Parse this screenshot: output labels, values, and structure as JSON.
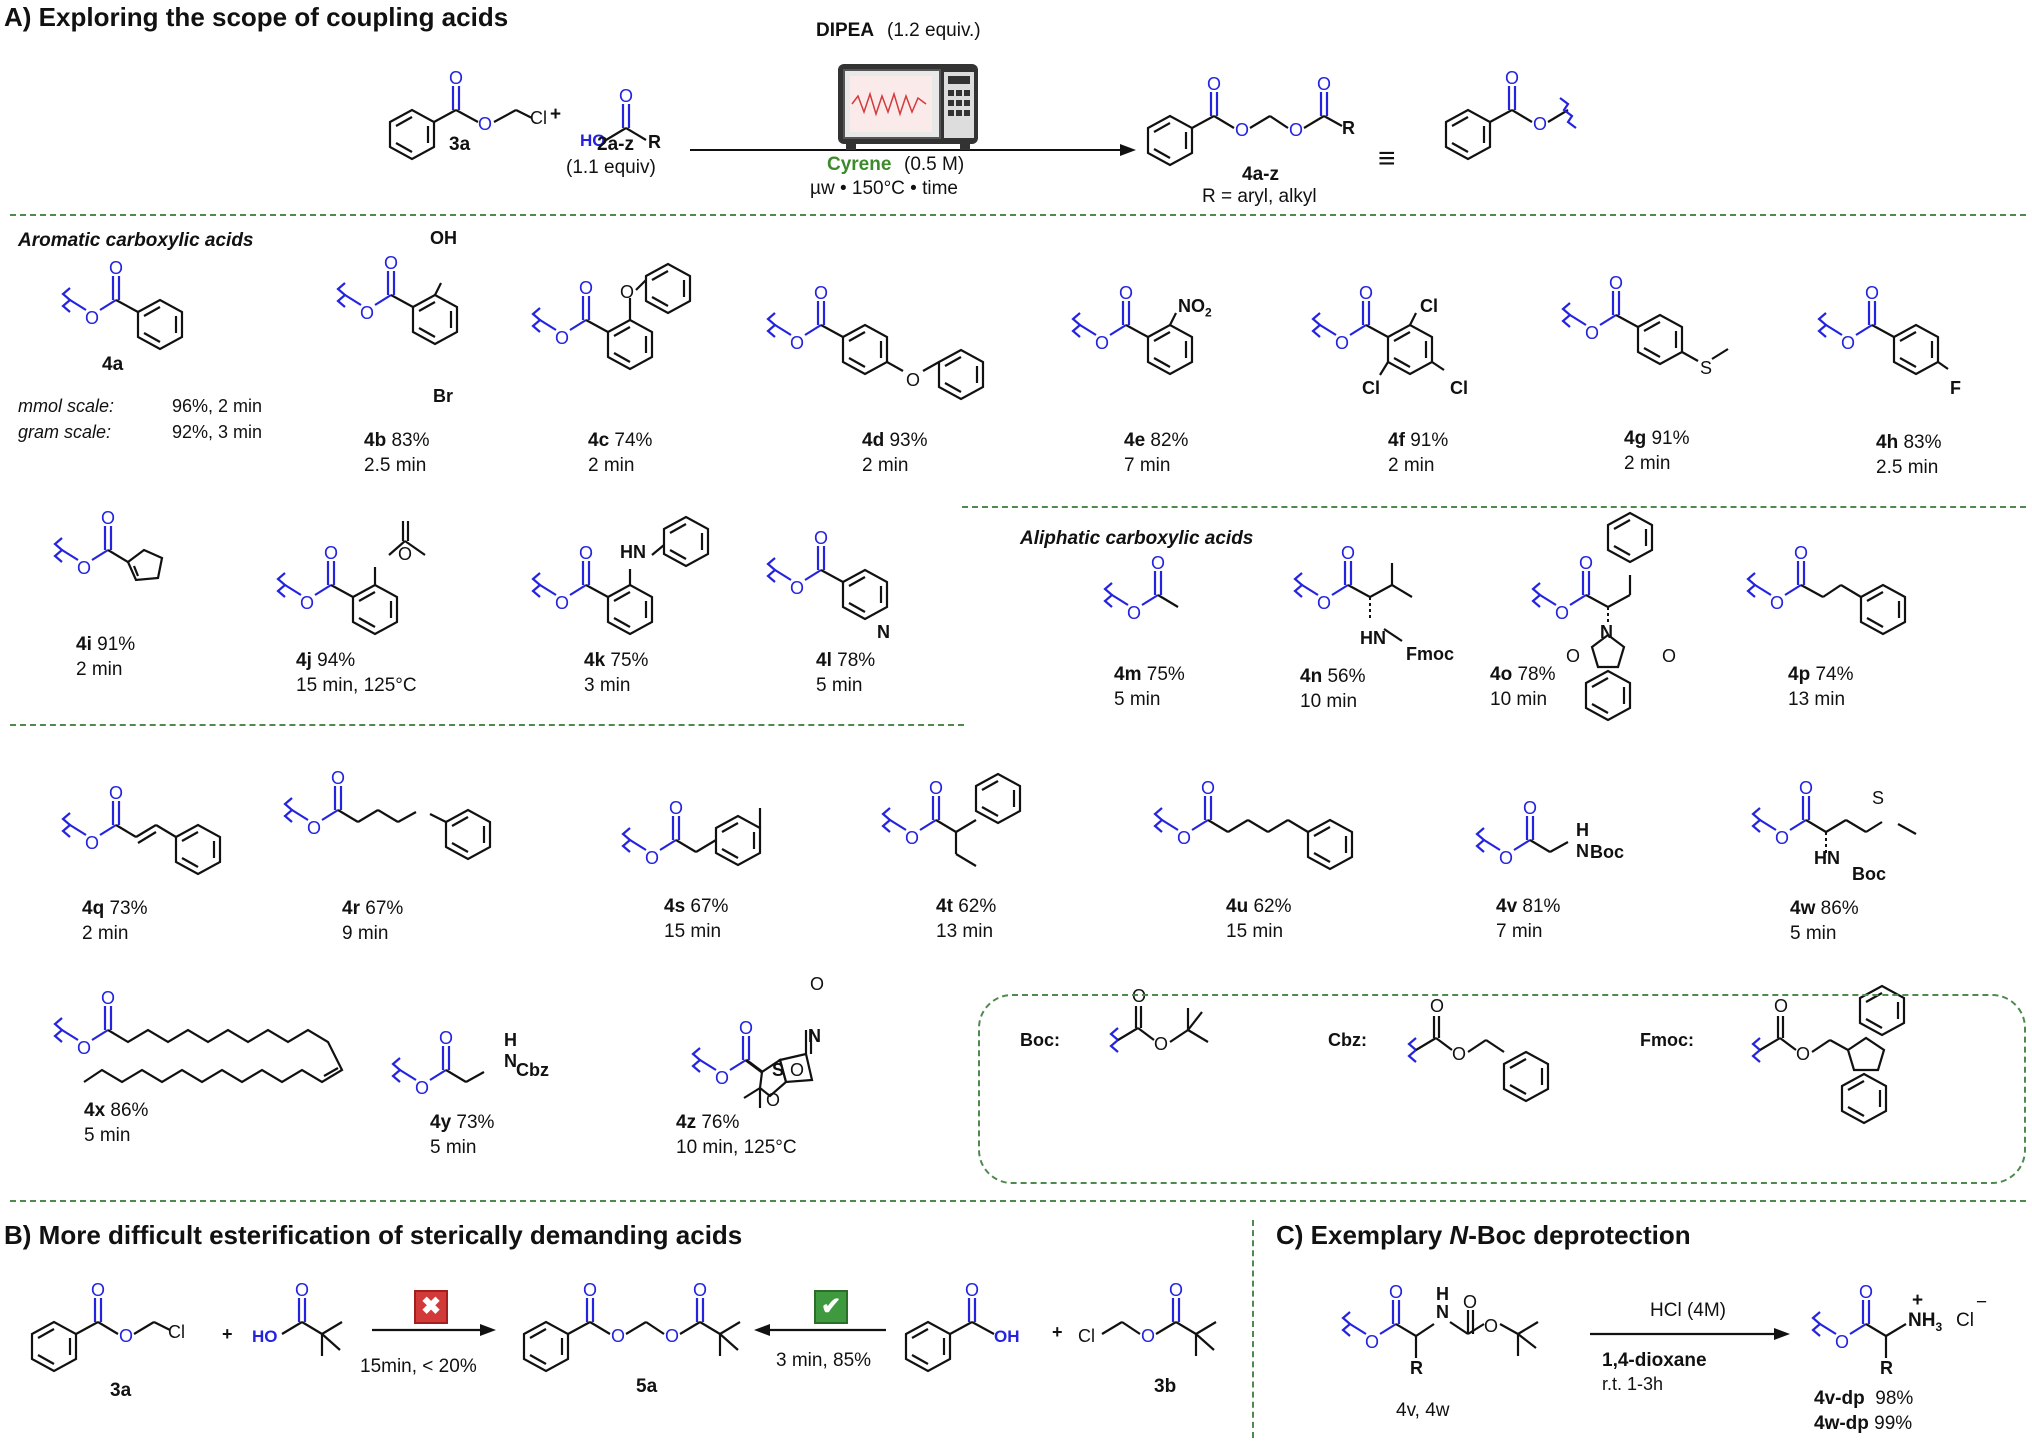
{
  "sectionA": {
    "title": "A) Exploring the scope of coupling acids"
  },
  "scheme": {
    "reagent": "DIPEA",
    "reagent_equiv": "(1.2 equiv.)",
    "solvent": "Cyrene",
    "solvent_conc": "(0.5 M)",
    "conditions": "µw • 150°C • time",
    "sm1": "3a",
    "plus": "+",
    "sm2": "2a-z",
    "sm2_equiv": "(1.1 equiv)",
    "product": "4a-z",
    "r_def": "R = aryl, alkyl",
    "equiv_sign": "≡",
    "cl": "Cl",
    "ho": "HO",
    "r": "R",
    "o": "O"
  },
  "aromatic_title": "Aromatic carboxylic acids",
  "aliphatic_title": "Aliphatic carboxylic acids",
  "compounds": [
    {
      "id": "4a",
      "yield": "",
      "time": ""
    },
    {
      "id": "4b",
      "yield": "83%",
      "time": "2.5 min"
    },
    {
      "id": "4c",
      "yield": "74%",
      "time": "2 min"
    },
    {
      "id": "4d",
      "yield": "93%",
      "time": "2 min"
    },
    {
      "id": "4e",
      "yield": "82%",
      "time": "7 min"
    },
    {
      "id": "4f",
      "yield": "91%",
      "time": "2 min"
    },
    {
      "id": "4g",
      "yield": "91%",
      "time": "2 min"
    },
    {
      "id": "4h",
      "yield": "83%",
      "time": "2.5 min"
    },
    {
      "id": "4i",
      "yield": "91%",
      "time": "2 min"
    },
    {
      "id": "4j",
      "yield": "94%",
      "time": "15 min, 125°C"
    },
    {
      "id": "4k",
      "yield": "75%",
      "time": "3 min"
    },
    {
      "id": "4l",
      "yield": "78%",
      "time": "5 min"
    },
    {
      "id": "4m",
      "yield": "75%",
      "time": "5 min"
    },
    {
      "id": "4n",
      "yield": "56%",
      "time": "10 min"
    },
    {
      "id": "4o",
      "yield": "78%",
      "time": "10 min"
    },
    {
      "id": "4p",
      "yield": "74%",
      "time": "13 min"
    },
    {
      "id": "4q",
      "yield": "73%",
      "time": "2 min"
    },
    {
      "id": "4r",
      "yield": "67%",
      "time": "9 min"
    },
    {
      "id": "4s",
      "yield": "67%",
      "time": "15 min"
    },
    {
      "id": "4t",
      "yield": "62%",
      "time": "13 min"
    },
    {
      "id": "4u",
      "yield": "62%",
      "time": "15 min"
    },
    {
      "id": "4v",
      "yield": "81%",
      "time": "7 min"
    },
    {
      "id": "4w",
      "yield": "86%",
      "time": "5 min"
    },
    {
      "id": "4x",
      "yield": "86%",
      "time": "5 min"
    },
    {
      "id": "4y",
      "yield": "73%",
      "time": "5 min"
    },
    {
      "id": "4z",
      "yield": "76%",
      "time": "10 min, 125°C"
    }
  ],
  "scale": {
    "mmol_label": "mmol scale:",
    "mmol_value": "96%, 2 min",
    "gram_label": "gram scale:",
    "gram_value": "92%, 3 min"
  },
  "atoms": {
    "oh": "OH",
    "br": "Br",
    "no2": "NO",
    "no2_sub": "2",
    "cl": "Cl",
    "f": "F",
    "n": "N",
    "hn": "HN",
    "nh": "N",
    "h": "H",
    "fmoc": "Fmoc",
    "boc": "Boc",
    "cbz": "Cbz",
    "s": "S",
    "o": "O",
    "so": "S"
  },
  "pg": {
    "boc": "Boc:",
    "cbz": "Cbz:",
    "fmoc": "Fmoc:"
  },
  "sectionB": {
    "title": "B) More difficult esterification of sterically demanding acids",
    "sm1": "3a",
    "sm2": "3b",
    "product": "5a",
    "cond_bad": "15min, < 20%",
    "cond_good": "3 min, 85%",
    "cross": "✖",
    "check": "✔"
  },
  "sectionC": {
    "title_prefix": "C) Exemplary ",
    "title_n": "N",
    "title_suffix": "-Boc deprotection",
    "reagent": "HCl",
    "reagent_conc": "(4M)",
    "solvent": "1,4-dioxane",
    "cond": "r.t. 1-3h",
    "sm_label": "4v, 4w",
    "p1_id": "4v-dp",
    "p1_yield": "98%",
    "p2_id": "4w-dp",
    "p2_yield": "99%",
    "nh3": "NH",
    "nh3_sub": "3",
    "plus_charge": "+",
    "chloride": "Cl",
    "minus_charge": "−"
  }
}
